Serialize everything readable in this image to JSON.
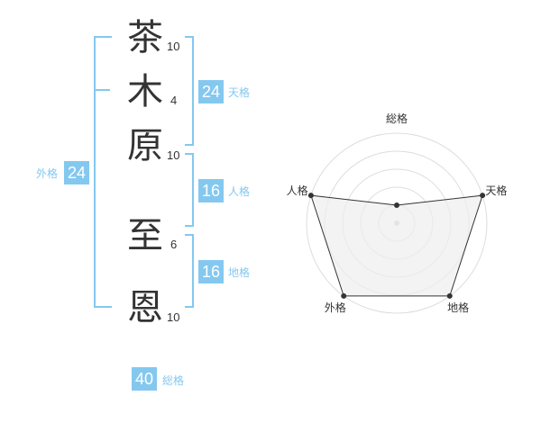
{
  "name": {
    "chars": [
      {
        "char": "茶",
        "strokes": "10"
      },
      {
        "char": "木",
        "strokes": "4"
      },
      {
        "char": "原",
        "strokes": "10"
      },
      {
        "char": "至",
        "strokes": "6"
      },
      {
        "char": "恩",
        "strokes": "10"
      }
    ]
  },
  "fortunes": {
    "tenkaku": {
      "label": "天格",
      "value": "24"
    },
    "jinkaku": {
      "label": "人格",
      "value": "16"
    },
    "chikaku": {
      "label": "地格",
      "value": "16"
    },
    "gaikaku": {
      "label": "外格",
      "value": "24"
    },
    "soukaku": {
      "label": "総格",
      "value": "40"
    }
  },
  "chart_data": {
    "type": "radar",
    "axes": [
      "総格",
      "天格",
      "地格",
      "外格",
      "人格"
    ],
    "values": [
      1,
      5,
      5,
      5,
      5
    ],
    "range": [
      0,
      5
    ],
    "colors": {
      "fill": "#eeeeee",
      "line": "#333333",
      "grid": "#dddddd",
      "accent": "#84c8f0"
    }
  }
}
